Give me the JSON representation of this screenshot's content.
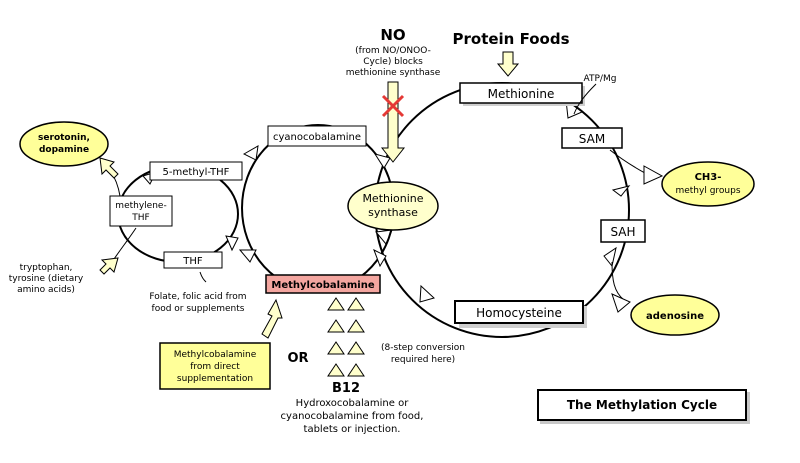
{
  "labels": {
    "protein_foods": "Protein Foods",
    "no": "NO",
    "no_note_1": "(from NO/ONOO-",
    "no_note_2": "Cycle) blocks",
    "no_note_3": "methionine synthase",
    "atp_mg": "ATP/Mg",
    "methionine": "Methionine",
    "sam": "SAM",
    "sah": "SAH",
    "homocysteine": "Homocysteine",
    "ch3_1": "CH3-",
    "ch3_2": "methyl groups",
    "adenosine": "adenosine",
    "methionine_synthase_1": "Methionine",
    "methionine_synthase_2": "synthase",
    "cyanocobalamine": "cyanocobalamine",
    "methylcobalamine": "Methylcobalamine",
    "five_methyl_thf": "5-methyl-THF",
    "methylene_thf_1": "methylene-",
    "methylene_thf_2": "THF",
    "thf": "THF",
    "serotonin_1": "serotonin,",
    "serotonin_2": "dopamine",
    "tryptophan_1": "tryptophan,",
    "tryptophan_2": "tyrosine (dietary",
    "tryptophan_3": "amino acids)",
    "folate_1": "Folate, folic acid from",
    "folate_2": "food or supplements",
    "direct_supp_1": "Methylcobalamine",
    "direct_supp_2": "from direct",
    "direct_supp_3": "supplementation",
    "or": "OR",
    "b12": "B12",
    "conversion_1": "(8-step conversion",
    "conversion_2": "required here)",
    "hydroxo_1": "Hydroxocobalamine or",
    "hydroxo_2": "cyanocobalamine from food,",
    "hydroxo_3": "tablets or injection.",
    "cycle_title": "The Methylation Cycle"
  },
  "colors": {
    "yellow_fill": "#ffff99",
    "pale_yellow": "#ffffcc",
    "salmon": "#f4a6a0",
    "red_x": "#e53935"
  }
}
